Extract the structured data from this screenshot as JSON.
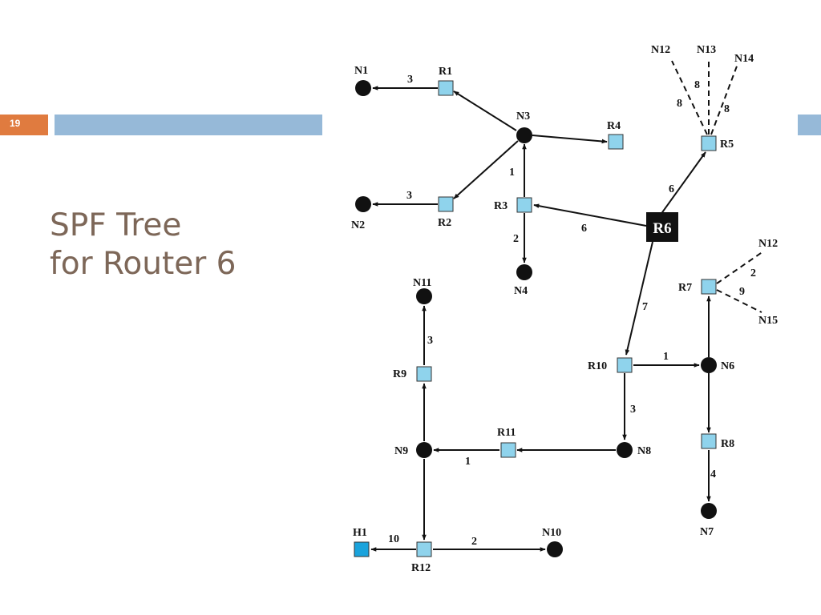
{
  "slide": {
    "number": "19",
    "title_line1": "SPF Tree",
    "title_line2": "for Router 6"
  },
  "diagram": {
    "root_label": "R6",
    "router_labels": {
      "R1": "R1",
      "R2": "R2",
      "R3": "R3",
      "R4": "R4",
      "R5": "R5",
      "R7": "R7",
      "R8": "R8",
      "R9": "R9",
      "R10": "R10",
      "R11": "R11",
      "R12": "R12"
    },
    "network_labels": {
      "N1": "N1",
      "N2": "N2",
      "N3": "N3",
      "N4": "N4",
      "N6": "N6",
      "N7": "N7",
      "N8": "N8",
      "N9": "N9",
      "N10": "N10",
      "N11": "N11",
      "N12a": "N12",
      "N13": "N13",
      "N14": "N14",
      "N12b": "N12",
      "N15": "N15"
    },
    "host_labels": {
      "H1": "H1"
    },
    "edge_costs": {
      "r6_r5": "6",
      "r6_r3": "6",
      "r6_r10": "7",
      "r3_n3": "1",
      "r3_n4": "2",
      "r1_n1": "3",
      "r2_n2": "3",
      "r10_n6": "1",
      "r10_n8": "3",
      "r8_n7": "4",
      "r11_n9": "1",
      "r9_n11": "3",
      "r12_h1": "10",
      "r12_n10": "2",
      "r5_n12": "8",
      "r5_n13": "8",
      "r5_n14": "8",
      "r7_n12": "2",
      "r7_n15": "9"
    },
    "colors": {
      "router_fill": "#8fd3ec",
      "host_fill": "#1aa3dc",
      "root_fill": "#111111",
      "network_fill": "#111111",
      "edge": "#111111"
    }
  }
}
